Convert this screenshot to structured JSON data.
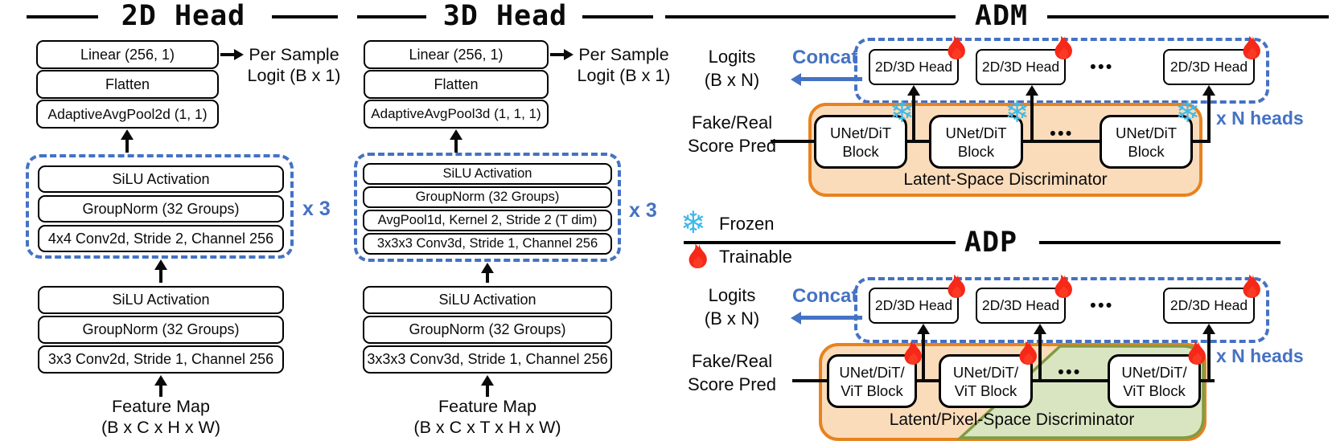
{
  "head2d": {
    "title": "2D Head",
    "stack_top": [
      "Linear (256, 1)",
      "Flatten",
      "AdaptiveAvgPool2d (1, 1)"
    ],
    "output_line1": "Per Sample",
    "output_line2": "Logit (B x 1)",
    "repeat": [
      "SiLU Activation",
      "GroupNorm (32 Groups)",
      "4x4 Conv2d, Stride 2, Channel 256"
    ],
    "repeat_count": "x 3",
    "stack_bottom": [
      "SiLU Activation",
      "GroupNorm (32 Groups)",
      "3x3 Conv2d, Stride 1, Channel 256"
    ],
    "input_line1": "Feature Map",
    "input_line2": "(B x C x H x W)"
  },
  "head3d": {
    "title": "3D Head",
    "stack_top": [
      "Linear (256, 1)",
      "Flatten",
      "AdaptiveAvgPool3d (1, 1, 1)"
    ],
    "output_line1": "Per Sample",
    "output_line2": "Logit (B x 1)",
    "repeat": [
      "SiLU Activation",
      "GroupNorm (32 Groups)",
      "AvgPool1d, Kernel 2, Stride 2 (T dim)",
      "3x3x3 Conv3d, Stride 1, Channel 256"
    ],
    "repeat_count": "x 3",
    "stack_bottom": [
      "SiLU Activation",
      "GroupNorm (32 Groups)",
      "3x3x3 Conv3d, Stride 1, Channel 256"
    ],
    "input_line1": "Feature Map",
    "input_line2": "(B x C x T x H x W)"
  },
  "adm": {
    "title": "ADM",
    "logits_line1": "Logits",
    "logits_line2": "(B x N)",
    "concat": "Concat",
    "head_label": "2D/3D Head",
    "dots": "•••",
    "block_line1": "UNet/DiT",
    "block_line2": "Block",
    "container_label": "Latent-Space Discriminator",
    "score_line1": "Fake/Real",
    "score_line2": "Score Pred",
    "heads_count": "x N heads"
  },
  "legend": {
    "frozen": "Frozen",
    "trainable": "Trainable"
  },
  "adp": {
    "title": "ADP",
    "logits_line1": "Logits",
    "logits_line2": "(B x N)",
    "concat": "Concat",
    "head_label": "2D/3D Head",
    "dots": "•••",
    "block_line1": "UNet/DiT/",
    "block_line2": "ViT Block",
    "container_label": "Latent/Pixel-Space Discriminator",
    "score_line1": "Fake/Real",
    "score_line2": "Score Pred",
    "heads_count": "x N heads"
  },
  "icons": {
    "snowflake": "❄"
  },
  "colors": {
    "blue": "#4472C4",
    "orange_border": "#E8821E",
    "orange_fill": "#FBDCBA",
    "green_border": "#7E9C43",
    "green_fill": "#D9E5C1",
    "snowflake_blue": "#3FB9E9",
    "flame_red": "#F62817"
  }
}
